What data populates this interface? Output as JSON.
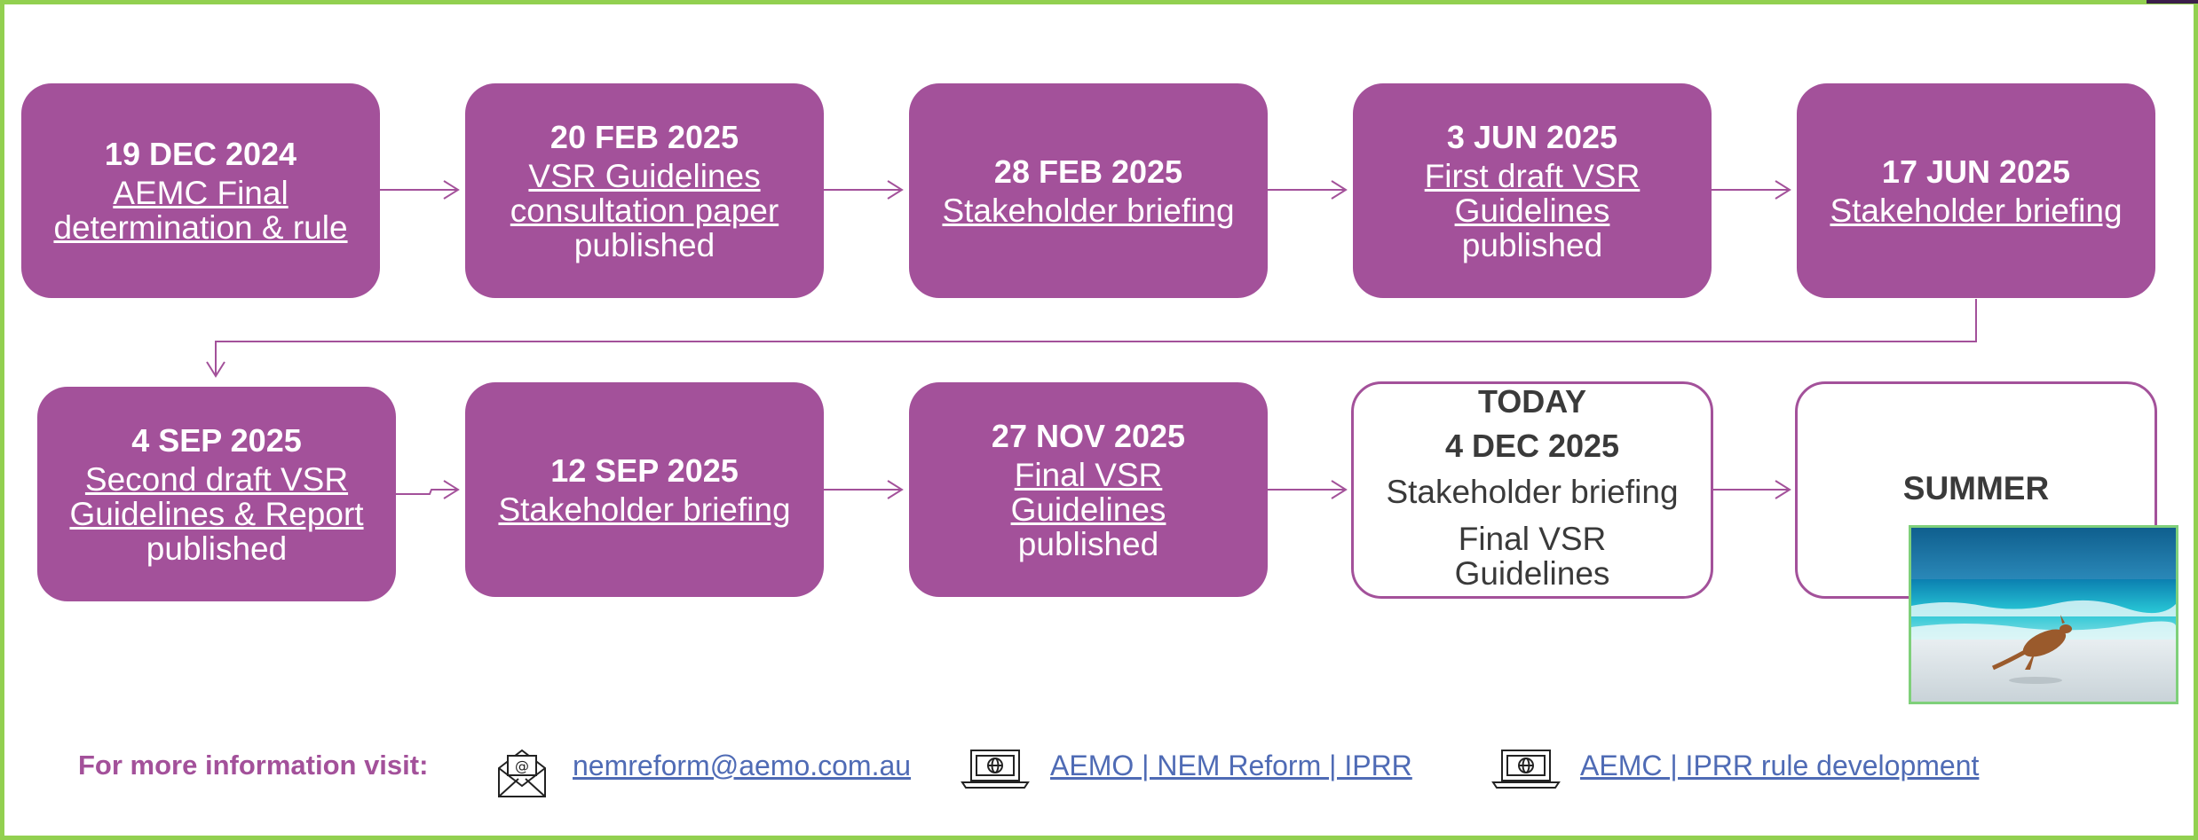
{
  "timeline": {
    "row1": [
      {
        "date": "19 DEC 2024",
        "desc": "AEMC Final determination & rule",
        "tail": ""
      },
      {
        "date": "20 FEB 2025",
        "desc": "VSR Guidelines consultation paper",
        "tail": "published"
      },
      {
        "date": "28 FEB 2025",
        "desc": "Stakeholder briefing",
        "tail": ""
      },
      {
        "date": "3 JUN 2025",
        "desc": "First draft VSR Guidelines",
        "tail": "published"
      },
      {
        "date": "17 JUN 2025",
        "desc": "Stakeholder briefing",
        "tail": ""
      }
    ],
    "row2": [
      {
        "date": "4 SEP 2025",
        "desc": "Second draft VSR Guidelines & Report",
        "tail": "published"
      },
      {
        "date": "12 SEP 2025",
        "desc": "Stakeholder briefing",
        "tail": ""
      },
      {
        "date": "27 NOV 2025",
        "desc": "Final VSR Guidelines",
        "tail": "published"
      }
    ],
    "today": {
      "label": "TODAY",
      "date": "4 DEC 2025",
      "line1": "Stakeholder briefing",
      "line2": "Final VSR Guidelines"
    },
    "summer": {
      "label": "SUMMER"
    }
  },
  "footer": {
    "label": "For more information visit:",
    "links": [
      {
        "text": "nemreform@aemo.com.au",
        "icon": "email-icon"
      },
      {
        "text": "AEMO | NEM Reform | IPRR",
        "icon": "laptop-globe-icon"
      },
      {
        "text": "AEMC | IPRR rule development",
        "icon": "laptop-globe-icon"
      }
    ]
  },
  "colors": {
    "accent": "#a3519a",
    "frame": "#92d050",
    "link": "#4f6bb5"
  }
}
